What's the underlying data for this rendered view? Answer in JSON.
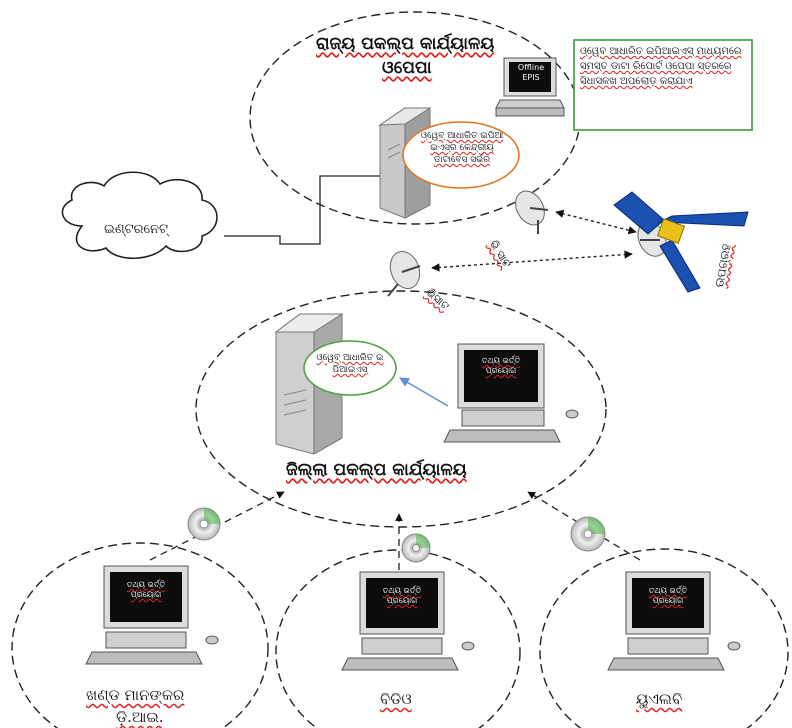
{
  "title_partial": "",
  "state_office": {
    "label": "ରାଜ୍ୟ ପକଲ୍ପ କାର୍ଯ୍ୟାଳୟ",
    "org": "ଓପେପା",
    "server_note": "ଓ୍ୱେବ୍ ଆଧାରିତ ଇପିଆଇଏସ୍ର କେନ୍ଦ୍ରୀୟ ଡାଟାବେସ ସର୍ଭର",
    "offline_line1": "Offline",
    "offline_line2": "EPIS",
    "offline_note": "ଓ୍ୱେବ ଆଧାରିତ ଇପିଆଇଏସ୍ ମାଧ୍ୟମରେ ସମସ୍ତ ଡାଟା ରିପୋର୍ଟ ଓପେପା ସ୍ତରରେ ସିଧାସଳଖ ଅପଲୋଡ଼ କରାଯାଏ"
  },
  "internet_label": "ଇଣ୍ଟରନେଟ୍",
  "satellite_label": "ଉପଗ୍ରହ",
  "link_label_upper": "ଭି ସାଟ",
  "link_label_lower": "ଭିସାଟ",
  "district_office": {
    "label": "ଜିଲ୍ଲା ପକଲ୍ପ କାର୍ଯ୍ୟାଳୟ",
    "server_note": "ଓ୍ୱେବ୍ ଆଧାରିତ ଇପିଆଇଏସ୍",
    "screen_text": "ତଥ୍ୟ ଭର୍ତ୍ତି ପ୍ରୟୋଗ"
  },
  "field_offices": [
    {
      "label_line1": "ଖଣ୍ଡ ମାନଙ୍କର",
      "label_line2": "ଡ଼ି.ଆଇ.",
      "screen_text": "ତଥ୍ୟ ଭର୍ତ୍ତି ପ୍ରୟୋଗ"
    },
    {
      "label_line1": "ବିଡିଓ",
      "label_line2": "",
      "screen_text": "ତଥ୍ୟ ଭର୍ତ୍ତି ପ୍ରୟୋଗ"
    },
    {
      "label_line1": "ୟୁଏଲବି",
      "label_line2": "",
      "screen_text": "ତଥ୍ୟ ଭର୍ତ୍ତି ପ୍ରୟୋଗ"
    }
  ],
  "colors": {
    "server_body": "#d8d8d8",
    "server_dark": "#9a9a9a",
    "orange_ellipse": "#e0782a",
    "green_ellipse": "#4fa046",
    "green_box": "#3c9a3c",
    "satellite_panel": "#1b4fb0",
    "satellite_body": "#e8c21a",
    "screen": "#0c0c0c",
    "screen_red": "#c81e1e",
    "cd_disc": "#e6e6e6",
    "cd_green": "#4fb848",
    "arrow_blue": "#5b8fd0"
  }
}
